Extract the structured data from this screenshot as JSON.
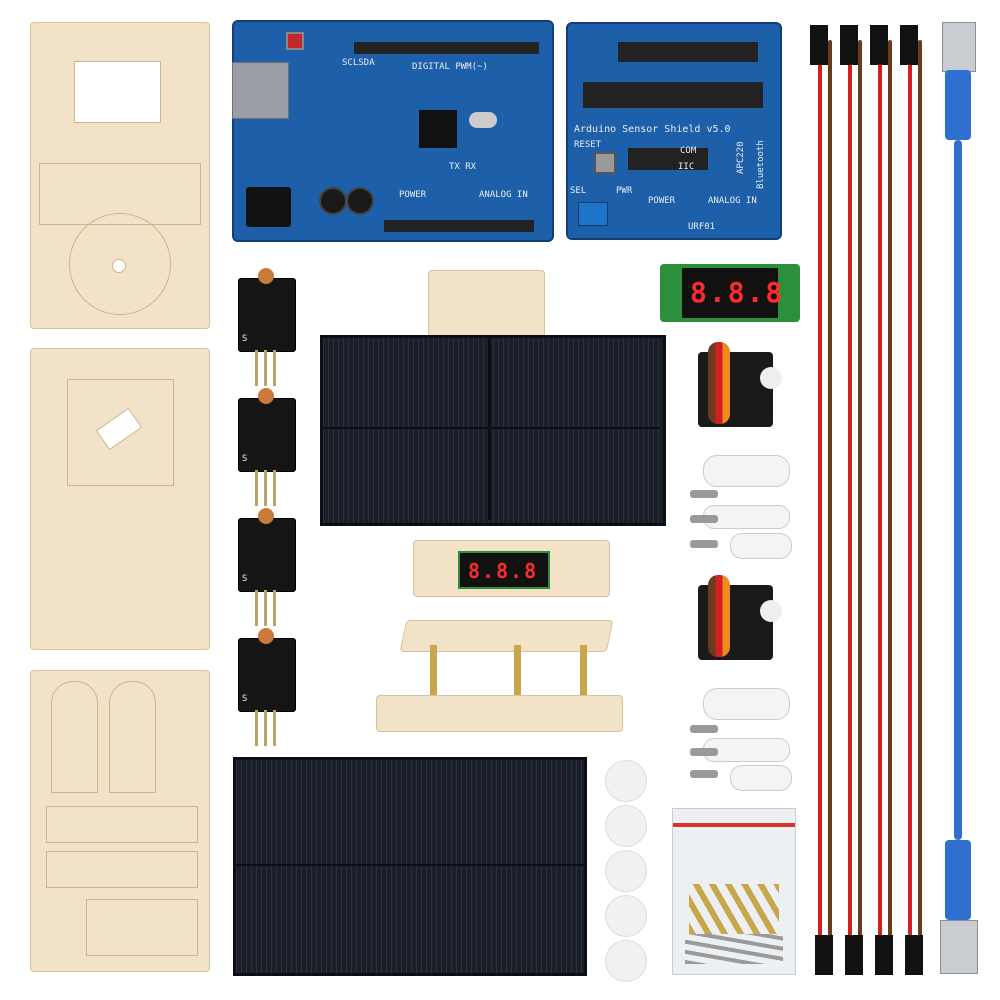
{
  "arduino_uno": {
    "digital_label": "DIGITAL PWM(~)",
    "power_label": "POWER",
    "analog_label": "ANALOG IN",
    "top_text": "SCLSDA",
    "tx_rx": "TX RX"
  },
  "sensor_shield": {
    "title": "Arduino Sensor Shield v5.0",
    "reset_label": "RESET",
    "power_label": "POWER",
    "analog_label": "ANALOG IN",
    "bluetooth_label": "Bluetooth",
    "apc_label": "APC220",
    "urf_label": "URF01",
    "sel_label": "SEL",
    "pwr_label": "PWR",
    "com_label": "COM",
    "iic_label": "IIC"
  },
  "voltmeter_display": {
    "reading": "8.8.8"
  },
  "assembled_display": {
    "reading": "8.8.8"
  },
  "ldr_modules": [
    {
      "pin_label": "S"
    },
    {
      "pin_label": "S"
    },
    {
      "pin_label": "S"
    },
    {
      "pin_label": "S"
    }
  ],
  "colors": {
    "pcb_blue": "#1d5fa8",
    "wood": "#f1e2c8",
    "solar_panel": "#1b1f2a",
    "usb_cable": "#2f6fd0",
    "servo": "#1a1a1a",
    "wire_red": "#d21f1f",
    "wire_brown": "#6b3b1e",
    "wire_black": "#1a1a1a"
  }
}
